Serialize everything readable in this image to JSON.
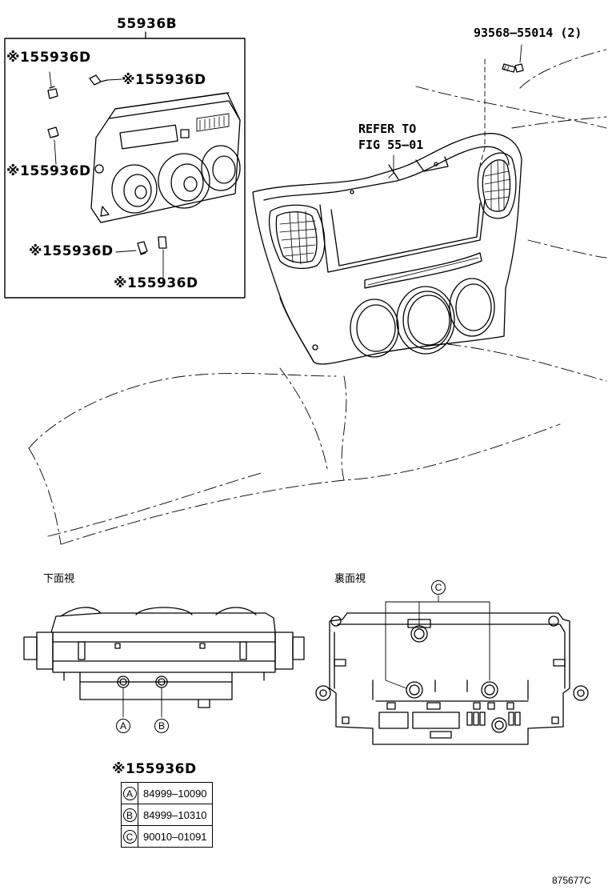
{
  "diagram": {
    "main_assembly": "55936B",
    "bulb_part": "55936D",
    "bulb_prefix": "※1",
    "screw_part": "93568–55014 (2)",
    "refer_to_line1": "REFER TO",
    "refer_to_line2": "FIG 55–01",
    "view_bottom": "下面視",
    "view_rear": "裏面視",
    "callout_a": "A",
    "callout_b": "B",
    "callout_c": "C",
    "legend_title": "55936D",
    "legend_prefix": "※1",
    "legend_rows": [
      {
        "key": "A",
        "part": "84999–10090"
      },
      {
        "key": "B",
        "part": "84999–10310"
      },
      {
        "key": "C",
        "part": "90010–01091"
      }
    ],
    "figure_code": "875677C"
  },
  "icons": [
    "reference-mark-icon",
    "bulb-icon",
    "screw-icon",
    "air-vent-icon",
    "control-knob-icon"
  ]
}
